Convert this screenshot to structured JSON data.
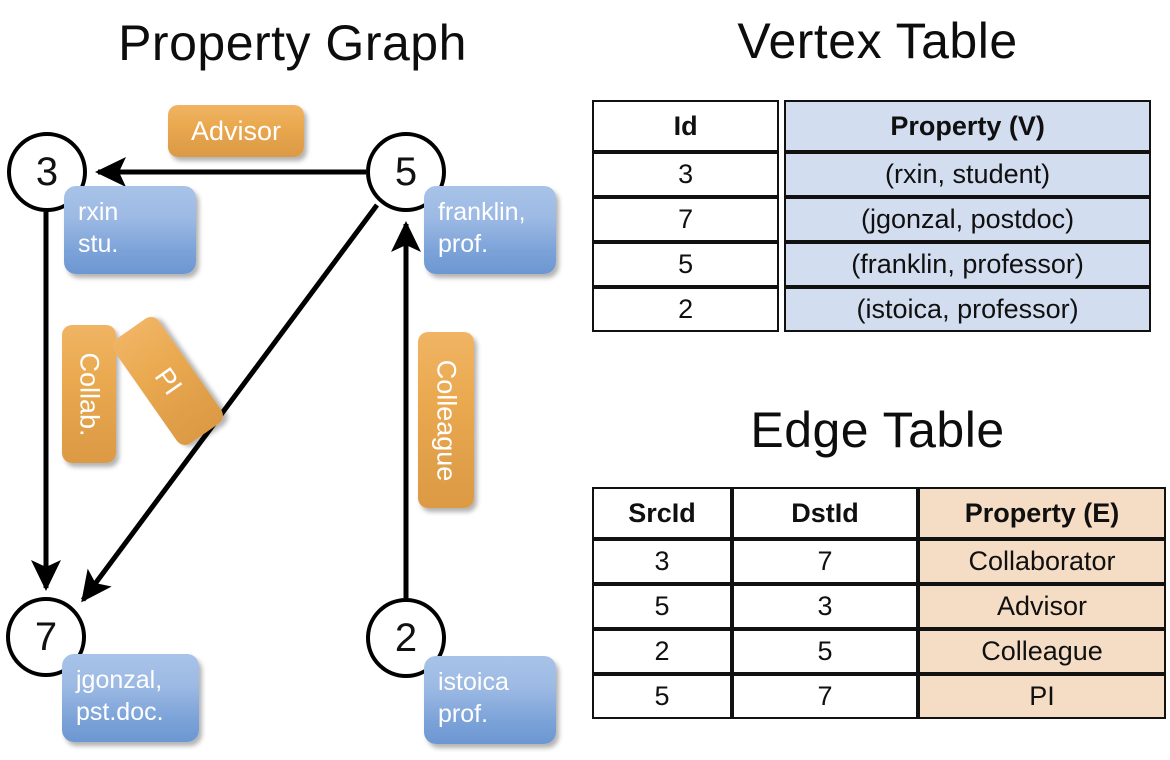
{
  "titles": {
    "property_graph": "Property Graph",
    "vertex_table": "Vertex Table",
    "edge_table": "Edge Table"
  },
  "graph": {
    "nodes": [
      {
        "id": "3",
        "property_line1": "rxin",
        "property_line2": "stu."
      },
      {
        "id": "5",
        "property_line1": "franklin,",
        "property_line2": "prof."
      },
      {
        "id": "7",
        "property_line1": "jgonzal,",
        "property_line2": "pst.doc."
      },
      {
        "id": "2",
        "property_line1": "istoica",
        "property_line2": "prof."
      }
    ],
    "edge_labels": {
      "advisor": "Advisor",
      "collab": "Collab.",
      "pi": "PI",
      "colleague": "Colleague"
    },
    "edges": [
      {
        "src": "5",
        "dst": "3",
        "label": "Advisor"
      },
      {
        "src": "3",
        "dst": "7",
        "label": "Collab."
      },
      {
        "src": "5",
        "dst": "7",
        "label": "PI"
      },
      {
        "src": "2",
        "dst": "5",
        "label": "Colleague"
      }
    ]
  },
  "vertex_table": {
    "headers": [
      "Id",
      "Property (V)"
    ],
    "rows": [
      {
        "id": "3",
        "property": "(rxin, student)"
      },
      {
        "id": "7",
        "property": "(jgonzal, postdoc)"
      },
      {
        "id": "5",
        "property": "(franklin, professor)"
      },
      {
        "id": "2",
        "property": "(istoica, professor)"
      }
    ]
  },
  "edge_table": {
    "headers": [
      "SrcId",
      "DstId",
      "Property (E)"
    ],
    "rows": [
      {
        "src": "3",
        "dst": "7",
        "property": "Collaborator"
      },
      {
        "src": "5",
        "dst": "3",
        "property": "Advisor"
      },
      {
        "src": "2",
        "dst": "5",
        "property": "Colleague"
      },
      {
        "src": "5",
        "dst": "7",
        "property": "PI"
      }
    ]
  },
  "colors": {
    "vertex_property_fill": "#d2ddef",
    "edge_property_fill": "#f5ddc5",
    "node_box_blue": "#7ba2d8",
    "edge_label_orange": "#eaa94f"
  }
}
